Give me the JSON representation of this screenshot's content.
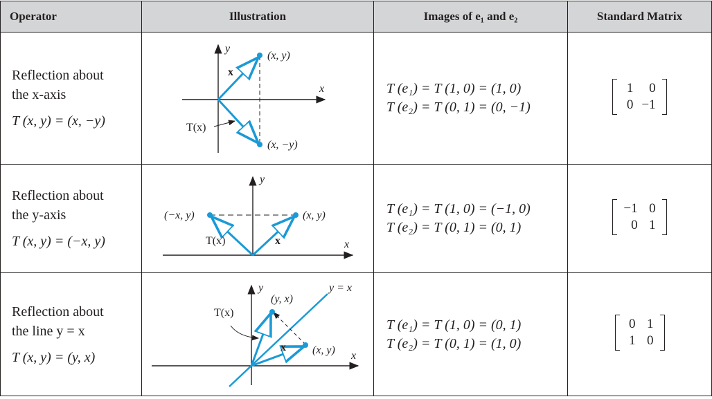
{
  "headers": {
    "operator": "Operator",
    "illustration": "Illustration",
    "images": "Images of e₁ and e₂",
    "matrix": "Standard Matrix"
  },
  "rows": [
    {
      "op_line1": "Reflection about",
      "op_line2": "the x-axis",
      "op_formula": "T (x, y) = (x, −y)",
      "img_line1": "T (e₁) = T (1, 0) = (1, 0)",
      "img_line2": "T (e₂) = T (0, 1) = (0, −1)",
      "matrix": [
        [
          "1",
          "0"
        ],
        [
          "0",
          "−1"
        ]
      ],
      "labels": {
        "y_axis": "y",
        "x_axis": "x",
        "point": "(x, y)",
        "image_point": "(x, −y)",
        "vector": "x",
        "image_vector": "T(x)"
      }
    },
    {
      "op_line1": "Reflection about",
      "op_line2": "the y-axis",
      "op_formula": "T (x, y) = (−x, y)",
      "img_line1": "T (e₁) = T (1, 0) = (−1, 0)",
      "img_line2": "T (e₂) = T (0, 1) = (0, 1)",
      "matrix": [
        [
          "−1",
          "0"
        ],
        [
          "0",
          "1"
        ]
      ],
      "labels": {
        "y_axis": "y",
        "x_axis": "x",
        "point": "(x, y)",
        "image_point": "(−x, y)",
        "vector": "x",
        "image_vector": "T(x)"
      }
    },
    {
      "op_line1": "Reflection about",
      "op_line2": "the line y = x",
      "op_formula": "T (x, y) = (y, x)",
      "img_line1": "T (e₁) = T (1, 0) = (0, 1)",
      "img_line2": "T (e₂) = T (0, 1) = (1, 0)",
      "matrix": [
        [
          "0",
          "1"
        ],
        [
          "1",
          "0"
        ]
      ],
      "labels": {
        "y_axis": "y",
        "x_axis": "x",
        "point": "(x, y)",
        "image_point": "(y, x)",
        "vector": "x",
        "image_vector": "T(x)",
        "line": "y = x"
      }
    }
  ],
  "colors": {
    "vector_blue": "#1a9ad6",
    "header_bg": "#d4d5d7"
  }
}
